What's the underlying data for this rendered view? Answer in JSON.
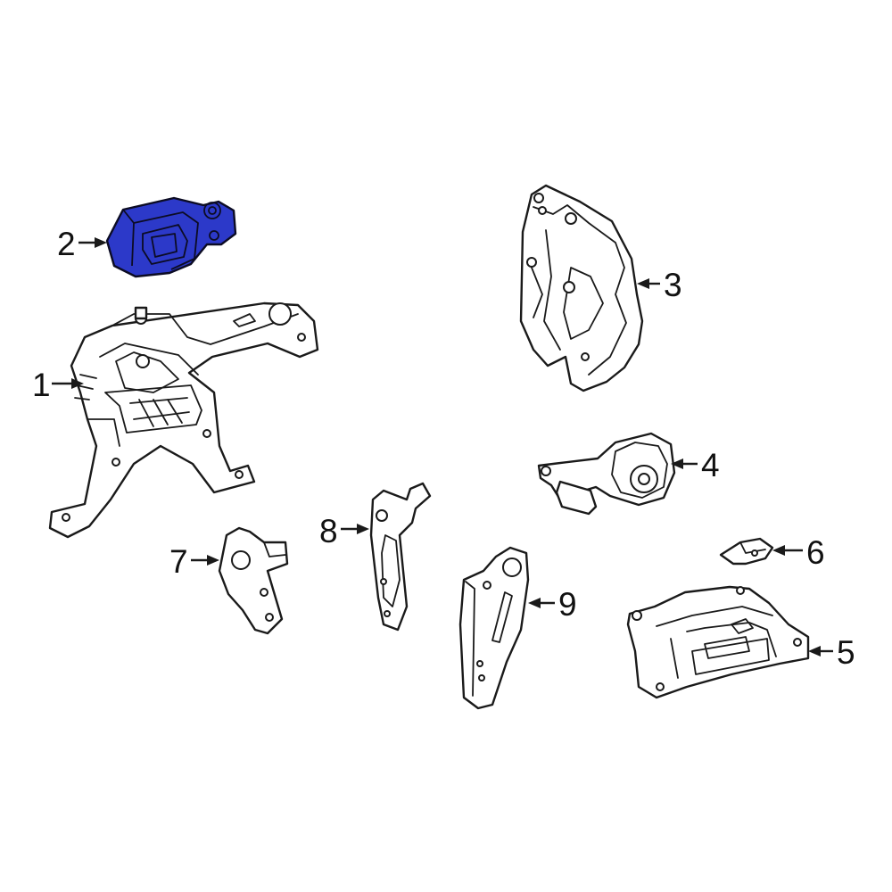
{
  "diagram": {
    "highlight_color": "#2c39c9",
    "line_color": "#1a1a1a",
    "callouts": [
      {
        "id": "1",
        "label": "1"
      },
      {
        "id": "2",
        "label": "2"
      },
      {
        "id": "3",
        "label": "3"
      },
      {
        "id": "4",
        "label": "4"
      },
      {
        "id": "5",
        "label": "5"
      },
      {
        "id": "6",
        "label": "6"
      },
      {
        "id": "7",
        "label": "7"
      },
      {
        "id": "8",
        "label": "8"
      },
      {
        "id": "9",
        "label": "9"
      }
    ],
    "highlighted_part": "2"
  }
}
